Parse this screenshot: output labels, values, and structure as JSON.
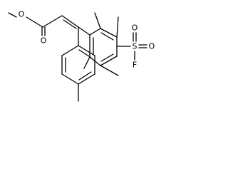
{
  "molecule": {
    "atoms": {
      "ester_oxygen": "O",
      "carbonyl_oxygen": "O",
      "sulfur": "S",
      "sulfonyl_oxygen_top": "O",
      "sulfonyl_oxygen_right": "O",
      "fluorine": "F"
    },
    "colors": {
      "bond": "#000000",
      "label": "#000000",
      "background": "#ffffff"
    }
  }
}
